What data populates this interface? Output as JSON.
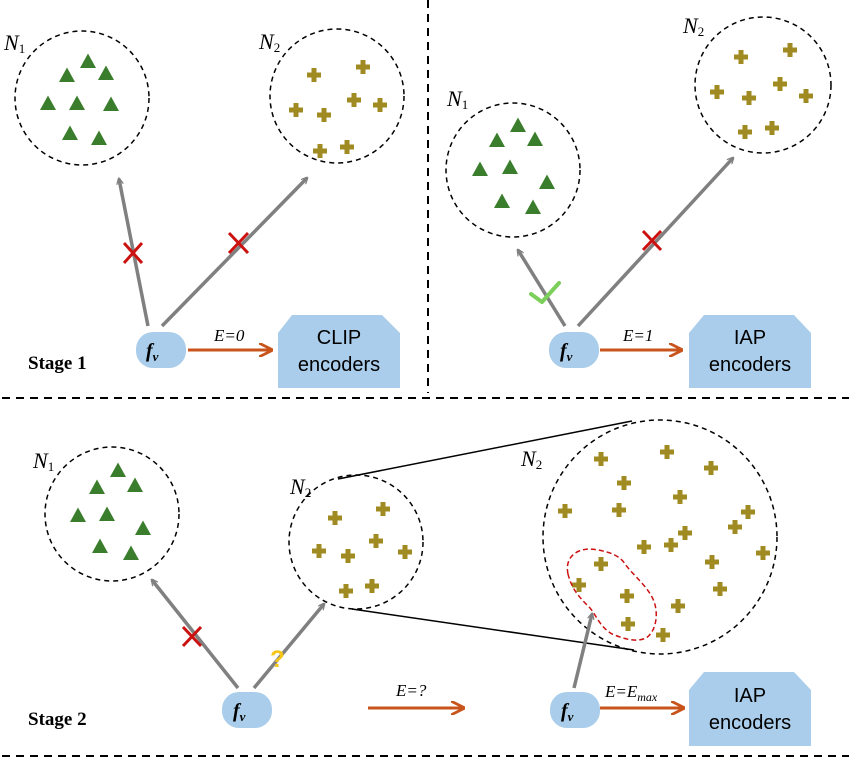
{
  "stage1": {
    "label": "Stage 1"
  },
  "stage2": {
    "label": "Stage 2"
  },
  "neighborhoods": {
    "n_symbol": "N",
    "n1_sub": "1",
    "n2_sub": "2"
  },
  "feature": {
    "symbol": "f",
    "sub": "v"
  },
  "energy": {
    "e0": "E=0",
    "e1": "E=1",
    "eq": "E=?",
    "emax_main": "E=E",
    "emax_sub": "max"
  },
  "encoders": {
    "clip_line1": "CLIP",
    "iap_line1": "IAP",
    "line2": "encoders"
  },
  "marks": {
    "question": "?"
  },
  "colors": {
    "triangle": "#3a7d2c",
    "plus": "#a08a22",
    "arrow_gray": "#808080",
    "arrow_orange": "#c8541c",
    "cross": "#cc1111",
    "check": "#7ccf5a",
    "question": "#f5c518",
    "box_fill": "#a9cdea",
    "region_dash": "#cc1111"
  }
}
